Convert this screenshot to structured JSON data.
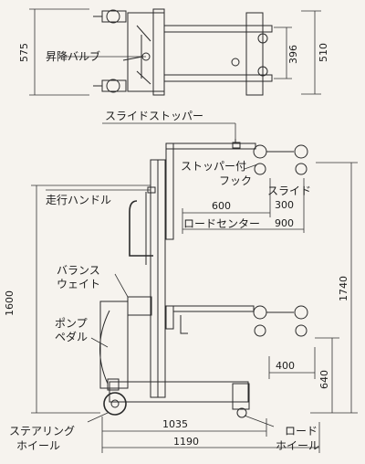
{
  "top_view": {
    "valve_label": "昇降バルブ",
    "dim_575": "575",
    "dim_510": "510",
    "dim_396": "396"
  },
  "side_view": {
    "slide_stopper": "スライドストッパー",
    "stopper_hook_line1": "ストッパー付",
    "stopper_hook_line2": "フック",
    "slide_label": "スライド",
    "slide_value": "300",
    "dim_600": "600",
    "load_center_label": "ロードセンター",
    "load_center_value": "900",
    "handle_label": "走行ハンドル",
    "balance_line1": "バランス",
    "balance_line2": "ウェイト",
    "pump_line1": "ポンプ",
    "pump_line2": "ペダル",
    "dim_1600": "1600",
    "dim_1740": "1740",
    "dim_400": "400",
    "dim_640": "640",
    "dim_1035": "1035",
    "dim_1190": "1190",
    "steering_line1": "ステアリング",
    "steering_line2": "ホイール",
    "load_wheel_line1": "ロード",
    "load_wheel_line2": "ホイール"
  }
}
